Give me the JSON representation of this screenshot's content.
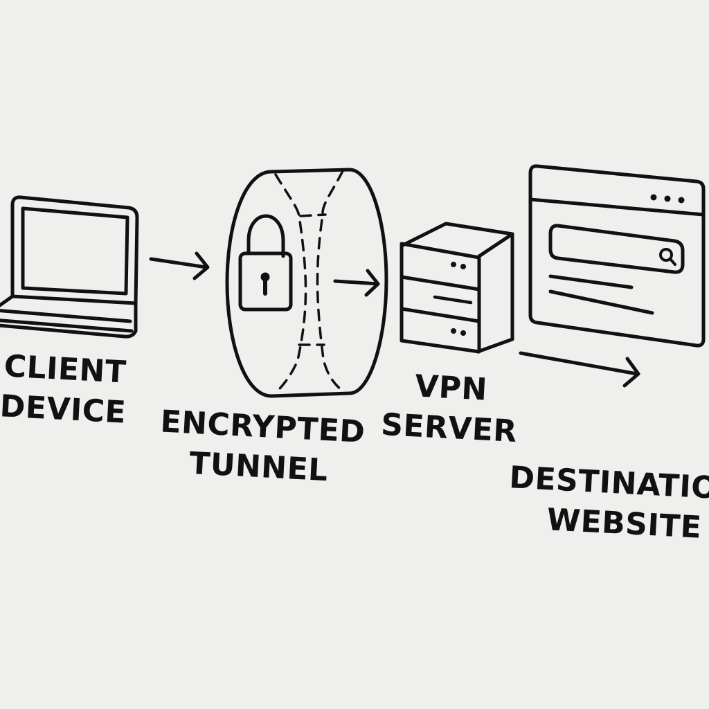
{
  "diagram": {
    "nodes": [
      {
        "id": "client",
        "label_line1": "CLIENT",
        "label_line2": "DEVICE",
        "icon": "laptop-icon"
      },
      {
        "id": "tunnel",
        "label_line1": "ENCRYPTED",
        "label_line2": "TUNNEL",
        "icon": "padlock-icon"
      },
      {
        "id": "vpn",
        "label_line1": "VPN",
        "label_line2": "SERVER",
        "icon": "server-icon"
      },
      {
        "id": "dest",
        "label_line1": "DESTINATION",
        "label_line2": "WEBSITE",
        "icon": "browser-window-icon"
      }
    ],
    "edges": [
      {
        "from": "client",
        "to": "tunnel"
      },
      {
        "from": "tunnel",
        "to": "vpn"
      },
      {
        "from": "vpn",
        "to": "dest"
      }
    ]
  },
  "colors": {
    "background": "#efefee",
    "stroke": "#111111"
  }
}
